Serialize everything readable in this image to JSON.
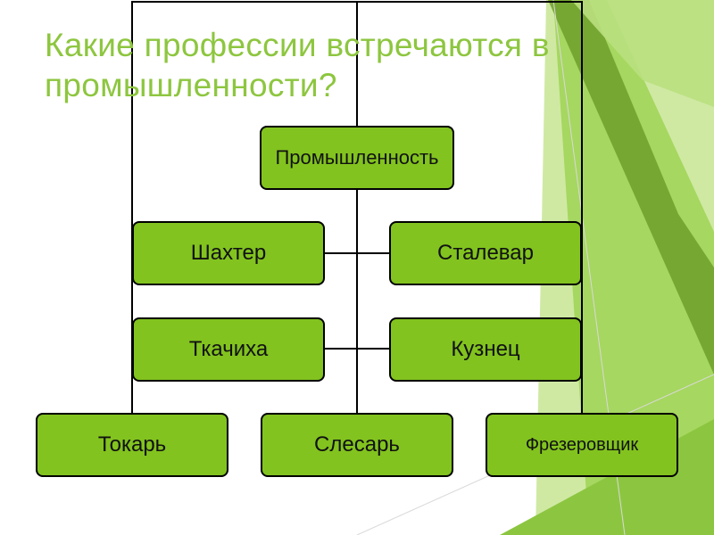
{
  "title": "Какие профессии встречаются в промышленности?",
  "colors": {
    "node_fill": "#82c31f",
    "node_border": "#000000",
    "title": "#8dc63f",
    "connector": "#000000",
    "accent_light": "#a6d760",
    "accent_dark": "#5d8f1e"
  },
  "diagram": {
    "root": {
      "label": "Промышленность"
    },
    "nodes": [
      {
        "label": "Шахтер"
      },
      {
        "label": "Сталевар"
      },
      {
        "label": "Ткачиха"
      },
      {
        "label": "Кузнец"
      },
      {
        "label": "Токарь"
      },
      {
        "label": "Слесарь"
      },
      {
        "label": "Фрезеровщик"
      }
    ]
  }
}
